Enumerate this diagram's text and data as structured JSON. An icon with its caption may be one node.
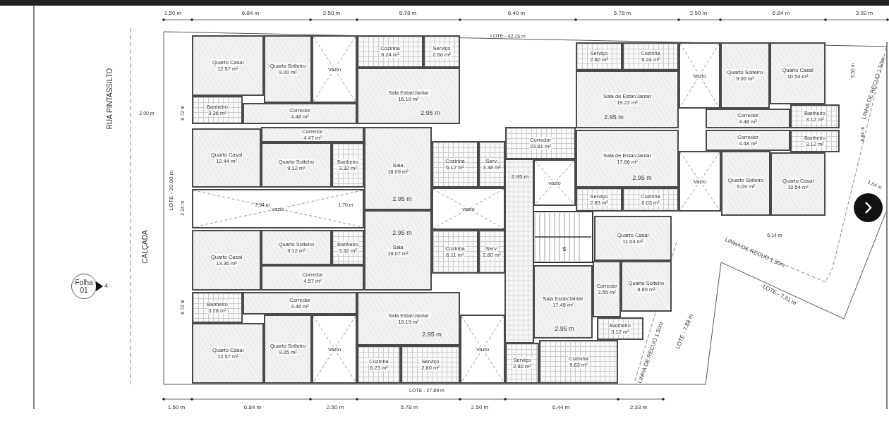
{
  "diagram": {
    "nodes": [
      {
        "text": [
          "Quarto Casal",
          "12.57 m²"
        ]
      },
      {
        "text": [
          "Quarto Solteiro",
          "9.00 m²"
        ]
      },
      {
        "text": [
          "Vazio"
        ]
      },
      {
        "text": [
          "Cozinha",
          "6.24 m²"
        ]
      },
      {
        "text": [
          "Serviço",
          "2.60 m²"
        ]
      },
      {
        "text": [
          "Banheiro",
          "3.36 m²"
        ]
      },
      {
        "text": [
          "Corredor",
          "4.48 m²"
        ]
      },
      {
        "text": [
          "Sala Estar/Jantar",
          "16.19 m²"
        ]
      },
      {
        "text": [
          "Serviço",
          "2.60 m²"
        ]
      },
      {
        "text": [
          "Cozinha",
          "6.24 m²"
        ]
      },
      {
        "text": [
          "Sala de Estar/Jantar",
          "19.22 m²"
        ]
      },
      {
        "text": [
          "Vazio"
        ]
      },
      {
        "text": [
          "Quarto Solteiro",
          "9.00 m²"
        ]
      },
      {
        "text": [
          "Quarto Casal",
          "10.54 m²"
        ]
      },
      {
        "text": [
          "Corredor",
          "4.48 m²"
        ]
      },
      {
        "text": [
          "Banheiro",
          "3.12 m²"
        ]
      },
      {
        "text": [
          "Quarto Casal",
          "12.44 m²"
        ]
      },
      {
        "text": [
          "Corredor",
          "4.47 m²"
        ]
      },
      {
        "text": [
          "Quarto Solteiro",
          "9.12 m²"
        ]
      },
      {
        "text": [
          "Banheiro",
          "3.32 m²"
        ]
      },
      {
        "text": [
          "Sala",
          "18.09 m²"
        ]
      },
      {
        "text": [
          "Cozinha",
          "6.12 m²"
        ]
      },
      {
        "text": [
          "Serv.",
          "3.38 m²"
        ]
      },
      {
        "text": [
          "Corredor",
          "23.81 m²"
        ]
      },
      {
        "text": [
          "vazio"
        ]
      },
      {
        "text": [
          "vazio"
        ]
      },
      {
        "text": [
          "vazio"
        ]
      },
      {
        "text": [
          "Quarto Casal",
          "13.36 m²"
        ]
      },
      {
        "text": [
          "Quarto Solteiro",
          "9.12 m²"
        ]
      },
      {
        "text": [
          "Banheiro",
          "3.32 m²"
        ]
      },
      {
        "text": [
          "Corredor",
          "4.57 m²"
        ]
      },
      {
        "text": [
          "Sala",
          "19.07 m²"
        ]
      },
      {
        "text": [
          "Cozinha",
          "6.11 m²"
        ]
      },
      {
        "text": [
          "Serv.",
          "2.80 m²"
        ]
      },
      {
        "text": [
          "Banheiro",
          "3.28 m²"
        ]
      },
      {
        "text": [
          "Corredor",
          "4.46 m²"
        ]
      },
      {
        "text": [
          "Quarto Casal",
          "12.57 m²"
        ]
      },
      {
        "text": [
          "Quarto Solteiro",
          "9.05 m²"
        ]
      },
      {
        "text": [
          "Vazio"
        ]
      },
      {
        "text": [
          "Sala Estar/Jantar",
          "19.19 m²"
        ]
      },
      {
        "text": [
          "Cozinha",
          "6.23 m²"
        ]
      },
      {
        "text": [
          "Serviço",
          "2.80 m²"
        ]
      },
      {
        "text": [
          "Vazio"
        ]
      },
      {
        "text": [
          "Sala de Estar/Jantar",
          "17.66 m²"
        ]
      },
      {
        "text": [
          "Serviço",
          "2.83 m²"
        ]
      },
      {
        "text": [
          "Cozinha",
          "6.03 m²"
        ]
      },
      {
        "text": [
          "Vazio"
        ]
      },
      {
        "text": [
          "Corredor",
          "4.48 m²"
        ]
      },
      {
        "text": [
          "Banheiro",
          "3.12 m²"
        ]
      },
      {
        "text": [
          "Quarto Solteiro",
          "9.09 m²"
        ]
      },
      {
        "text": [
          "Quarto Casal",
          "10.54 m²"
        ]
      },
      {
        "text": [
          "Quarto Casal",
          "11.04 m²"
        ]
      },
      {
        "text": [
          "Corredor",
          "3.55 m²"
        ]
      },
      {
        "text": [
          "Quarto Solteiro",
          "8.89 m²"
        ]
      },
      {
        "text": [
          "Sala Estar/Jantar",
          "17.45 m²"
        ]
      },
      {
        "text": [
          "Banheiro",
          "3.12 m²"
        ]
      },
      {
        "text": [
          "Serviço",
          "2.80 m²"
        ]
      },
      {
        "text": [
          "Cozinha",
          "9.63 m²"
        ]
      },
      {
        "text": [
          "Folha 01"
        ],
        "beside": [
          "4"
        ]
      }
    ],
    "labels": [
      "RUA PINTASSILTO",
      "CALÇADA",
      "LOTE - 42.15 m",
      "LOTE - 27.89 m",
      "LOTE - 20.00 m",
      "LOTE - 7.61 m",
      "LOTE - 7.88 m",
      "LINHA DE RECUO 1.50m",
      "LINHA DE RECUO 1.50m",
      "LINHA DE RECUO 1.50m",
      "1.50 m",
      "6.84 m",
      "2.50 m",
      "5.78 m",
      "6.40 m",
      "5.78 m",
      "2.50 m",
      "6.84 m",
      "3.92 m",
      "1.50 m",
      "6.84 m",
      "2.50 m",
      "5.78 m",
      "2.50 m",
      "6.44 m",
      "2.33 m",
      "2.00 m",
      "8.72 m",
      "2.24 m",
      "8.72 m",
      "7.94 m",
      "1.70 m",
      "8.84 m",
      "3.50 m",
      "6.14 m",
      "1.54 m",
      "S",
      "2.95 m",
      "2.95 m",
      "2.95 m",
      "2.95 m",
      "2.95 m",
      "2.95 m",
      "2.95 m",
      "2.95 m"
    ]
  }
}
